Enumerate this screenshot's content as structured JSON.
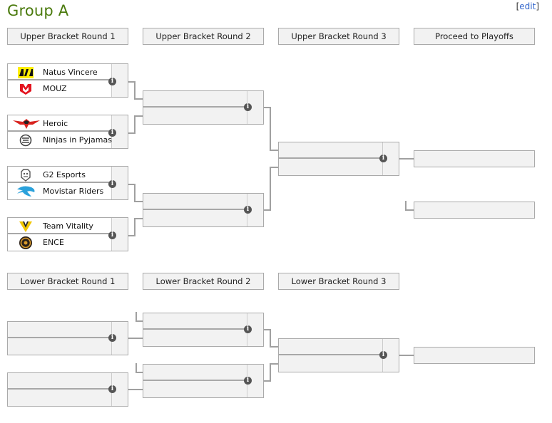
{
  "group": {
    "title": "Group A",
    "edit_label": "edit"
  },
  "headers": {
    "ub1": "Upper Bracket Round 1",
    "ub2": "Upper Bracket Round 2",
    "ub3": "Upper Bracket Round 3",
    "playoffs": "Proceed to Playoffs",
    "lb1": "Lower Bracket Round 1",
    "lb2": "Lower Bracket Round 2",
    "lb3": "Lower Bracket Round 3"
  },
  "ub1": [
    {
      "team1": {
        "name": "Natus Vincere",
        "logo": "navi-logo-icon"
      },
      "team2": {
        "name": "MOUZ",
        "logo": "mouz-logo-icon"
      }
    },
    {
      "team1": {
        "name": "Heroic",
        "logo": "heroic-logo-icon"
      },
      "team2": {
        "name": "Ninjas in Pyjamas",
        "logo": "nip-logo-icon"
      }
    },
    {
      "team1": {
        "name": "G2 Esports",
        "logo": "g2-logo-icon"
      },
      "team2": {
        "name": "Movistar Riders",
        "logo": "movistar-logo-icon"
      }
    },
    {
      "team1": {
        "name": "Team Vitality",
        "logo": "vitality-logo-icon"
      },
      "team2": {
        "name": "ENCE",
        "logo": "ence-logo-icon"
      }
    }
  ],
  "info_glyph": "i",
  "colors": {
    "title": "#4a7a0d",
    "link": "#3366cc",
    "cell": "#f2f2f2",
    "border": "#aaaaaa"
  }
}
